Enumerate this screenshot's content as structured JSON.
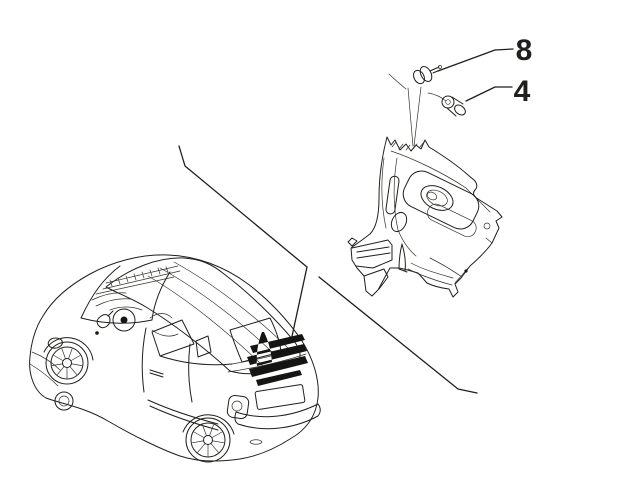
{
  "colors": {
    "background": "#ffffff",
    "line": "#1f1f1d"
  },
  "diagram": {
    "kind": "exploded-parts-diagram",
    "callouts": [
      {
        "label": "8",
        "icon": "clip-fastener-icon"
      },
      {
        "label": "4",
        "icon": "push-pin-fastener-icon"
      }
    ]
  }
}
